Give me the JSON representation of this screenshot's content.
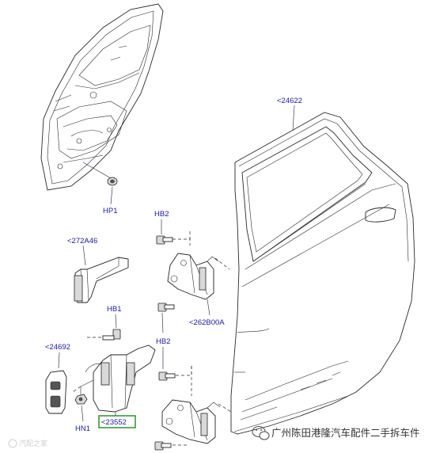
{
  "callouts": {
    "hp1": "HP1",
    "hb2_top": "HB2",
    "c272a46": "<272A46",
    "hb1": "HB1",
    "c262b00a": "<262B00A",
    "hb2_mid": "HB2",
    "c24692": "<24692",
    "hn1": "HN1",
    "c23552": "<23552",
    "c24622": "<24622"
  },
  "highlight_color": "#1e8a1e",
  "callout_color": "#1a1aa0",
  "watermark": {
    "text": "广州陈田港隆汽车配件二手拆车件",
    "icon": "wechat-icon",
    "left_mark": "汽配之家"
  }
}
